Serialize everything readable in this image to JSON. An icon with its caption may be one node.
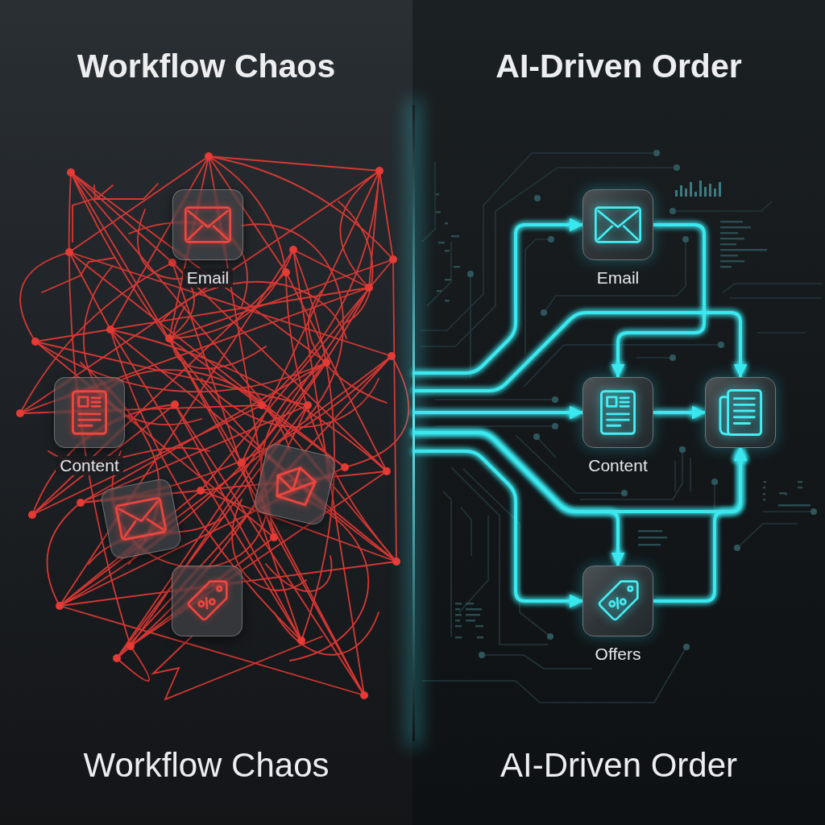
{
  "diagram": {
    "nodes": [
      {
        "text": [
          "Workflow Chaos",
          "Workflow Chaos"
        ]
      },
      {
        "text": [
          "Email"
        ],
        "in": 0
      },
      {
        "text": [
          "Content"
        ],
        "in": 0
      },
      {
        "text": [],
        "shape": "box",
        "in": 0
      },
      {
        "text": [],
        "shape": "box",
        "in": 0
      },
      {
        "text": [],
        "shape": "box",
        "in": 0
      },
      {
        "text": [
          "AI-Driven Order",
          "AI-Driven Order"
        ]
      },
      {
        "text": [
          "Email"
        ],
        "in": 6
      },
      {
        "text": [
          "Content"
        ],
        "in": 6
      },
      {
        "text": [],
        "shape": "box",
        "in": 6
      },
      {
        "text": [
          "Offers"
        ],
        "in": 6
      }
    ],
    "edges": [
      {
        "from": 0,
        "to": 7,
        "arrow": "to"
      },
      {
        "from": 7,
        "to": 8,
        "arrow": "to"
      },
      {
        "from": 0,
        "to": 9,
        "arrow": "to"
      },
      {
        "from": 0,
        "to": 8,
        "arrow": "to"
      },
      {
        "from": 8,
        "to": 9,
        "arrow": "to"
      },
      {
        "from": 0,
        "to": 9,
        "arrow": "to"
      },
      {
        "from": 0,
        "to": 10,
        "arrow": "to"
      },
      {
        "from": 0,
        "to": 10,
        "arrow": "to"
      },
      {
        "from": 10,
        "to": 9,
        "arrow": "to"
      }
    ]
  }
}
